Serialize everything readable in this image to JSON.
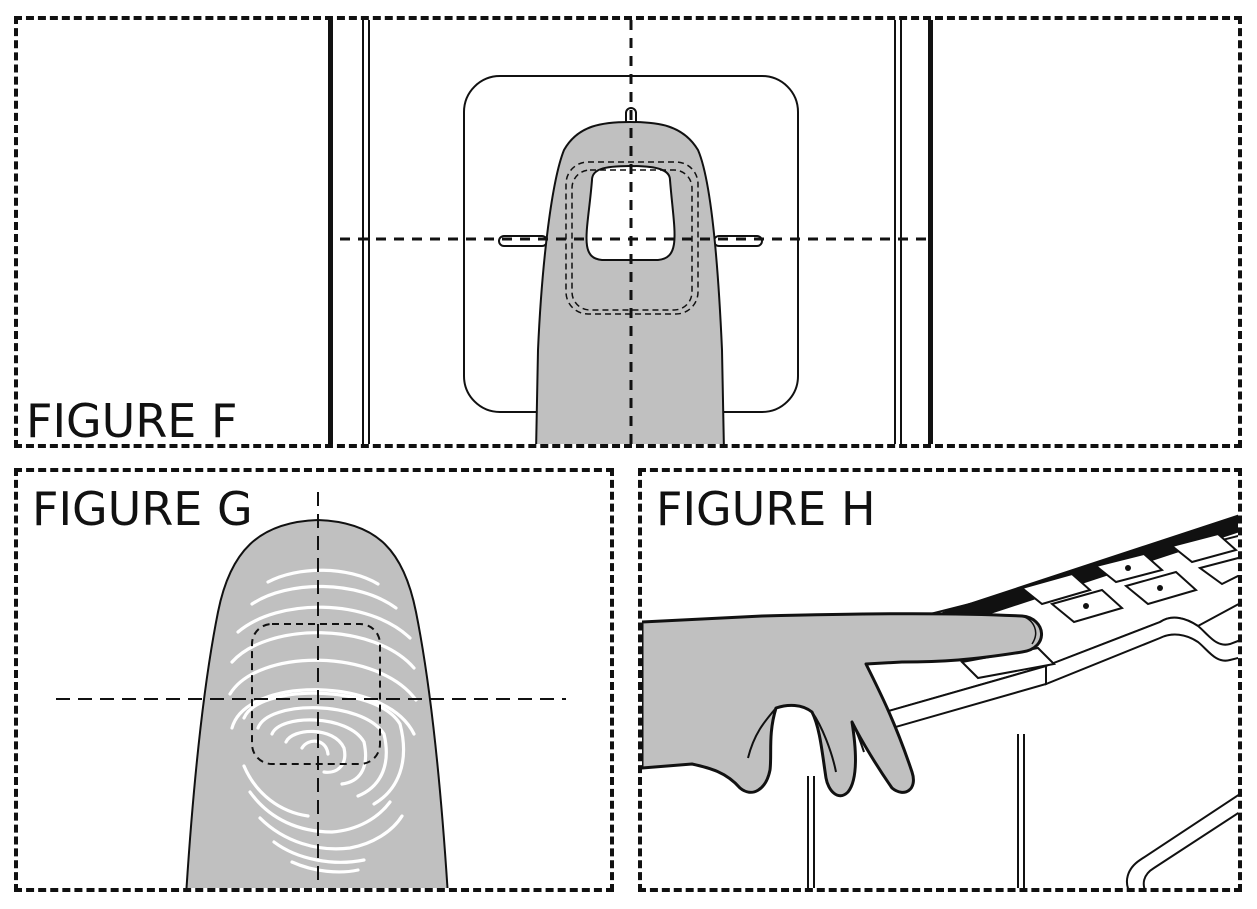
{
  "figures": {
    "f": {
      "label": "FIGURE F",
      "icon": "finger-on-sensor-top-view-icon"
    },
    "g": {
      "label": "FIGURE G",
      "icon": "fingerprint-alignment-icon"
    },
    "h": {
      "label": "FIGURE H",
      "icon": "hand-on-reader-icon"
    }
  },
  "colors": {
    "line": "#111111",
    "skin": "#c0c0c0",
    "background": "#ffffff"
  }
}
